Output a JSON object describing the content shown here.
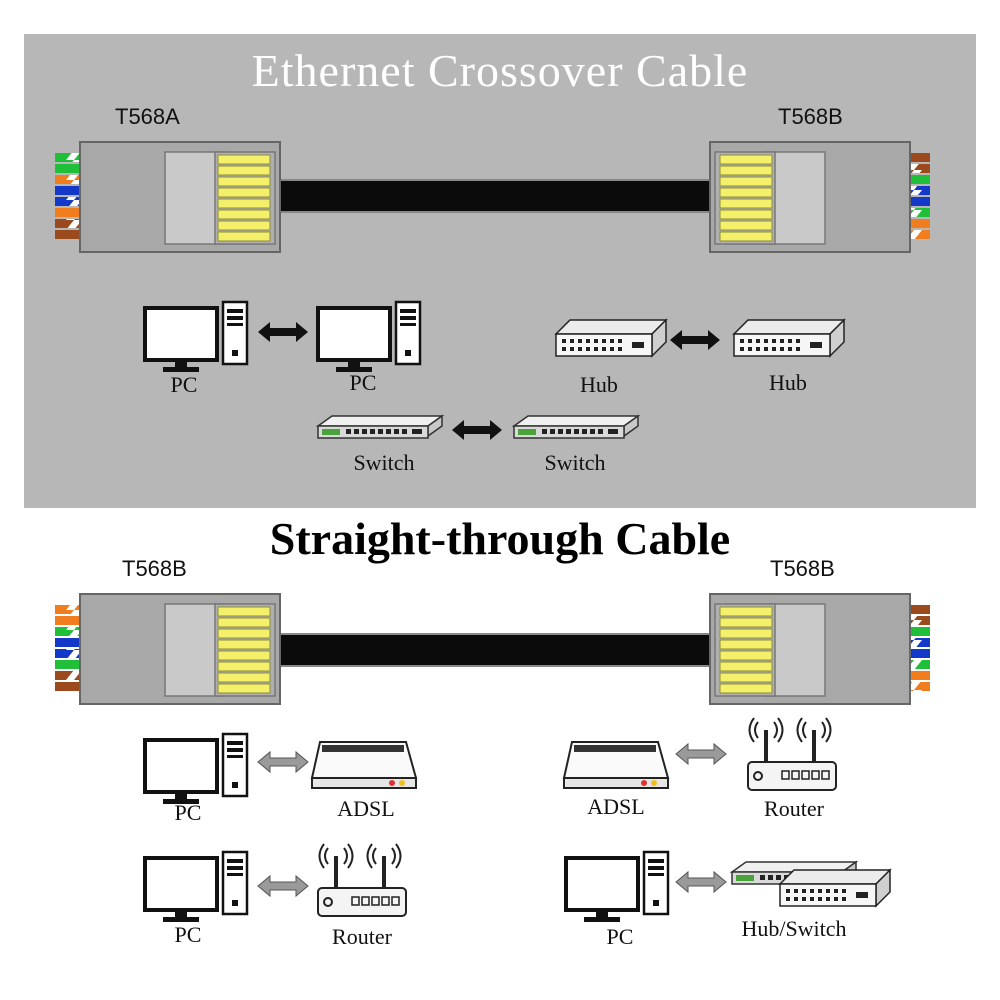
{
  "crossover": {
    "title": "Ethernet Crossover Cable",
    "left_standard": "T568A",
    "right_standard": "T568B",
    "devices": {
      "pc_a": "PC",
      "pc_b": "PC",
      "hub_a": "Hub",
      "hub_b": "Hub",
      "switch_a": "Switch",
      "switch_b": "Switch"
    }
  },
  "straight": {
    "title": "Straight-through Cable",
    "left_standard": "T568B",
    "right_standard": "T568B",
    "devices": {
      "pc_1": "PC",
      "adsl_1": "ADSL",
      "adsl_2": "ADSL",
      "router_1": "Router",
      "pc_2": "PC",
      "router_2": "Router",
      "pc_3": "PC",
      "hubswitch": "Hub/Switch"
    }
  },
  "colors": {
    "panel_gray": "#b7b7b7",
    "green": "#1fbf3a",
    "orange": "#f07e1e",
    "blue": "#1438c8",
    "brown": "#9a4a1c",
    "pin_yellow": "#f5f06a",
    "cable_black": "#0b0b0b"
  }
}
